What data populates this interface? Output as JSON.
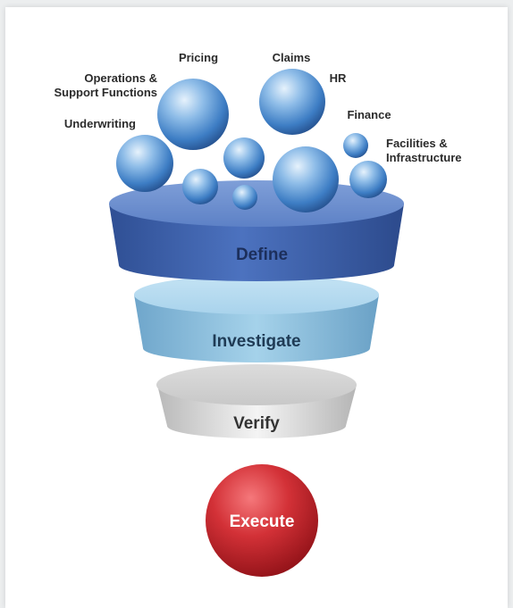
{
  "inputs": {
    "underwriting": "Underwriting",
    "operations_line1": "Operations &",
    "operations_line2": "Support Functions",
    "pricing": "Pricing",
    "claims": "Claims",
    "hr": "HR",
    "finance": "Finance",
    "facilities_line1": "Facilities &",
    "facilities_line2": "Infrastructure"
  },
  "stages": {
    "define": "Define",
    "investigate": "Investigate",
    "verify": "Verify",
    "execute": "Execute"
  },
  "colors": {
    "define": "#3f62ad",
    "investigate": "#8ec1dd",
    "verify": "#d2d2d2",
    "execute": "#c8262c",
    "bubble": "#4a86c8"
  }
}
